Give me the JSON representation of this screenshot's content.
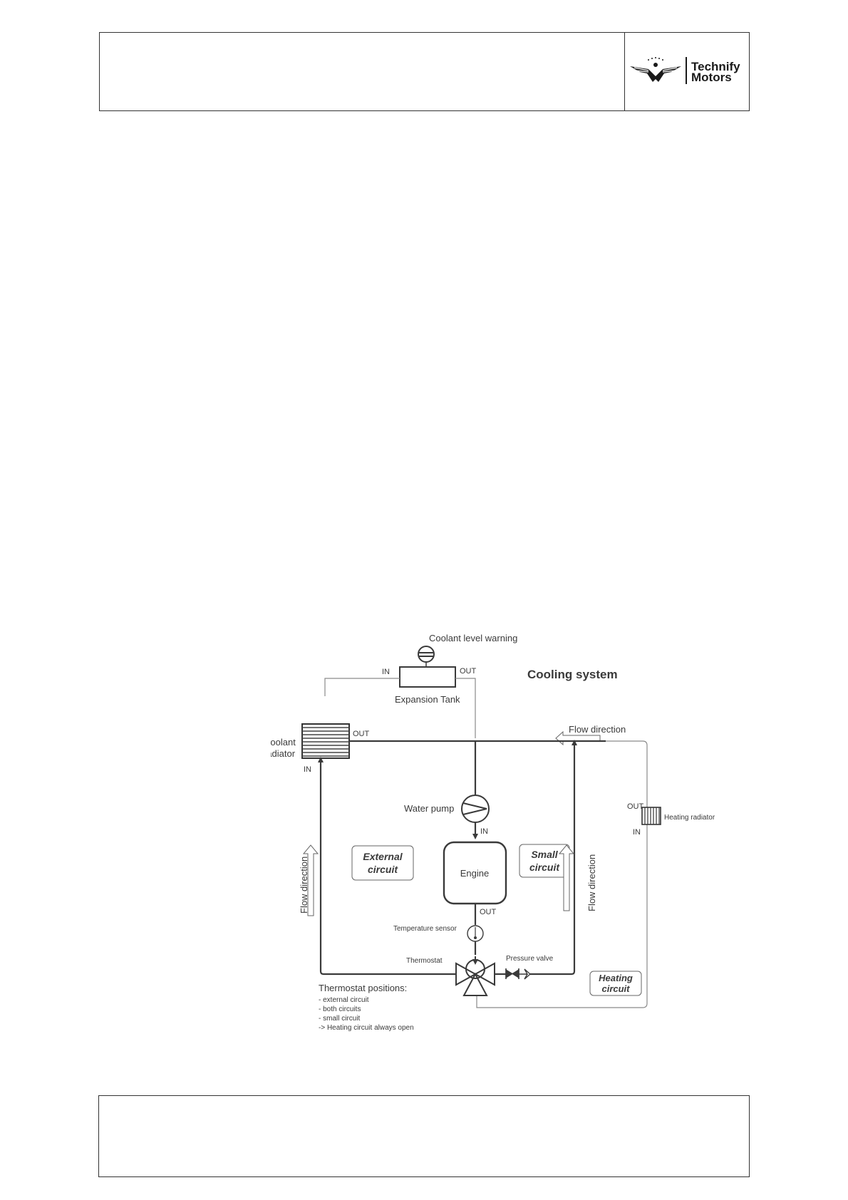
{
  "header": {
    "logo": {
      "name": "Technify Motors",
      "line1": "Technify",
      "line2": "Motors",
      "icon": "eagle-logo-icon"
    }
  },
  "diagram": {
    "title": "Cooling system",
    "labels": {
      "coolant_level_warning": "Coolant level warning",
      "expansion_tank": "Expansion Tank",
      "tank_in": "IN",
      "tank_out": "OUT",
      "coolant_radiator_line1": "Coolant",
      "coolant_radiator_line2": "radiator",
      "radiator_out": "OUT",
      "radiator_in": "IN",
      "flow_direction_top": "Flow direction",
      "flow_direction_left": "Flow direction",
      "flow_direction_right": "Flow direction",
      "water_pump": "Water pump",
      "pump_in": "IN",
      "engine": "Engine",
      "engine_out": "OUT",
      "external_circuit_line1": "External",
      "external_circuit_line2": "circuit",
      "small_circuit_line1": "Small",
      "small_circuit_line2": "circuit",
      "heating_circuit_line1": "Heating",
      "heating_circuit_line2": "circuit",
      "heating_radiator": "Heating radiator",
      "heating_out": "OUT",
      "heating_in": "IN",
      "temperature_sensor": "Temperature sensor",
      "thermostat": "Thermostat",
      "pressure_valve": "Pressure valve"
    },
    "thermostat_positions": {
      "title": "Thermostat positions:",
      "items": [
        "- external circuit",
        "- both circuits",
        "- small circuit",
        "-> Heating circuit always open"
      ]
    }
  }
}
